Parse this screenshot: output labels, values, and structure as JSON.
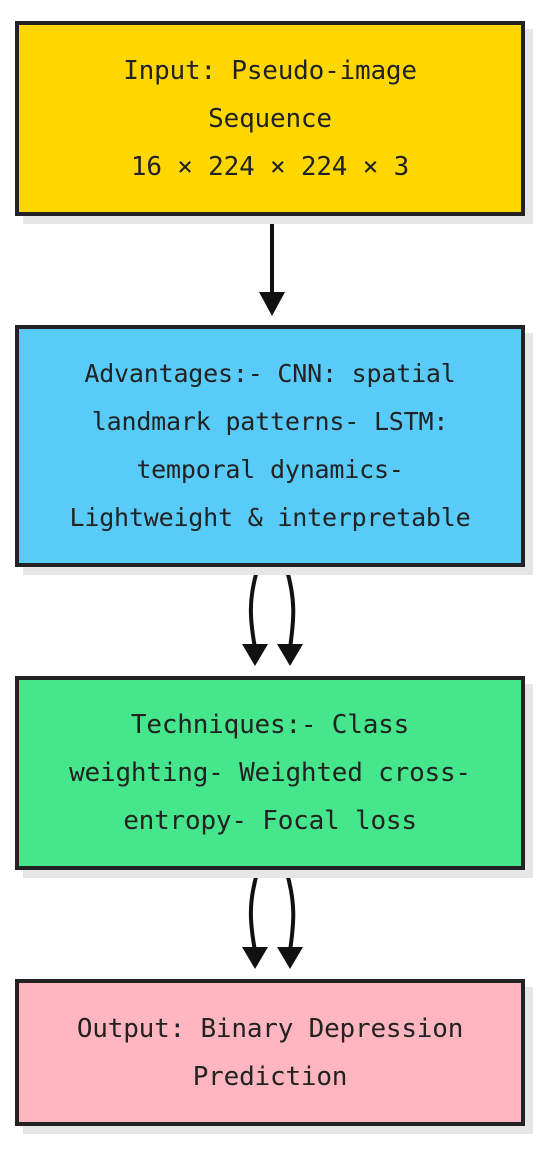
{
  "nodes": {
    "input": {
      "lines": [
        "Input: Pseudo-image",
        "Sequence",
        "16 × 224 × 224 × 3"
      ],
      "color": "#FFD700"
    },
    "advantages": {
      "lines": [
        "Advantages:- CNN: spatial",
        "landmark patterns- LSTM:",
        "temporal dynamics-",
        "Lightweight & interpretable"
      ],
      "color": "#58CBF9"
    },
    "techniques": {
      "lines": [
        "Techniques:- Class",
        "weighting- Weighted cross-",
        "entropy- Focal loss"
      ],
      "color": "#45E68C"
    },
    "output": {
      "lines": [
        "Output: Binary Depression",
        "Prediction"
      ],
      "color": "#FFB6C1"
    }
  },
  "edges": [
    {
      "from": "input",
      "to": "advantages"
    },
    {
      "from": "advantages",
      "to": "techniques"
    },
    {
      "from": "advantages",
      "to": "techniques"
    },
    {
      "from": "techniques",
      "to": "output"
    },
    {
      "from": "techniques",
      "to": "output"
    }
  ],
  "colors": {
    "border": "#222222",
    "text": "#222222",
    "shadow": "#e6e6e6"
  }
}
